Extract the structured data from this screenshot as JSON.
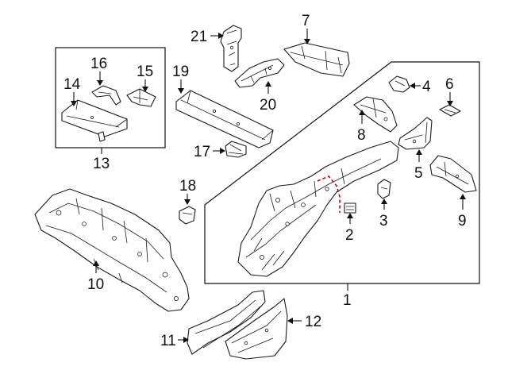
{
  "diagram": {
    "callouts": [
      "1",
      "2",
      "3",
      "4",
      "5",
      "6",
      "7",
      "8",
      "9",
      "10",
      "11",
      "12",
      "13",
      "14",
      "15",
      "16",
      "17",
      "18",
      "19",
      "20",
      "21"
    ]
  },
  "colors": {
    "line": "#1a1a1a",
    "background": "#ffffff",
    "highlight": "#d40000"
  }
}
